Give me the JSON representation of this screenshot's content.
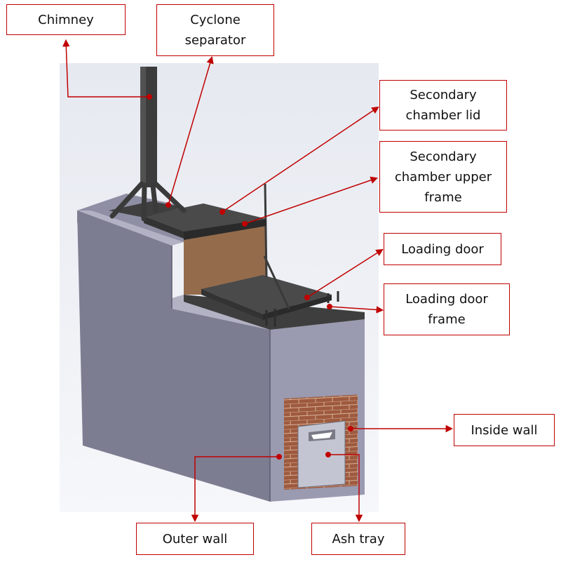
{
  "labels": {
    "chimney": "Chimney",
    "cyclone_separator": "Cyclone separator",
    "secondary_chamber_lid": "Secondary chamber lid",
    "secondary_chamber_upper_frame": "Secondary chamber upper frame",
    "loading_door": "Loading door",
    "loading_door_frame": "Loading door frame",
    "inside_wall": "Inside wall",
    "outer_wall": "Outer wall",
    "ash_tray": "Ash tray"
  },
  "colors": {
    "leader": "#c00000",
    "wall": "#7d7d92",
    "brick": "#9e5a3e",
    "metal": "#4a4a4a"
  }
}
